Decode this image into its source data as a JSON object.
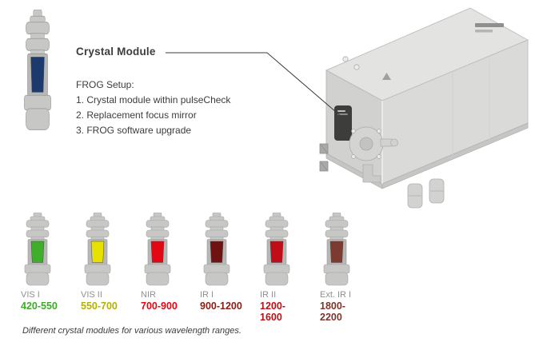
{
  "title": "Crystal Module",
  "setup": {
    "heading": "FROG Setup:",
    "items": [
      "1. Crystal module within pulseCheck",
      "2. Replacement focus mirror",
      "3. FROG software upgrade"
    ]
  },
  "hero_module": {
    "window_color": "#1d3a6e"
  },
  "modules": [
    {
      "name": "VIS I",
      "range": "420-550",
      "window_color": "#3fae2a",
      "range_color": "#3faa28"
    },
    {
      "name": "VIS II",
      "range": "550-700",
      "window_color": "#e7e000",
      "range_color": "#b3b100"
    },
    {
      "name": "NIR",
      "range": "700-900",
      "window_color": "#e30613",
      "range_color": "#e30613"
    },
    {
      "name": "IR I",
      "range": "900-1200",
      "window_color": "#6e1212",
      "range_color": "#8d1a15"
    },
    {
      "name": "IR II",
      "range": "1200-1600",
      "window_color": "#c00d18",
      "range_color": "#c20d15"
    },
    {
      "name": "Ext. IR I",
      "range": "1800-2200",
      "window_color": "#7d3a31",
      "range_color": "#7c352c"
    }
  ],
  "caption": "Different crystal modules for various wavelength ranges.",
  "icons": {
    "hero": "crystal-module-illustration",
    "device": "pulsecheck-device-illustration",
    "pointer": "callout-pointer-line"
  },
  "colors": {
    "text": "#3c3c3b",
    "muted_label": "#8f8f8e",
    "module_gray": "#c7c7c6",
    "device_gray": "#dadad9",
    "module_slot_dark": "#3d3d3c"
  }
}
